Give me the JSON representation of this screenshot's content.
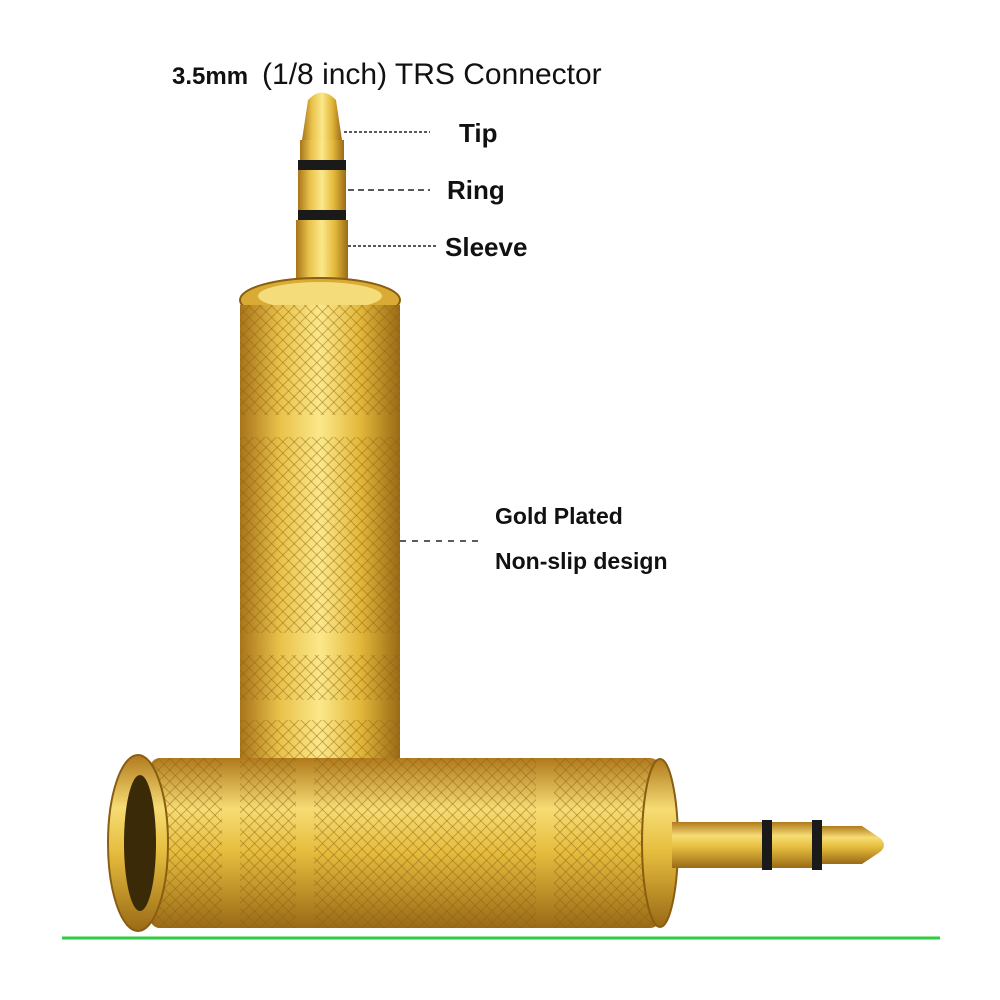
{
  "title": {
    "size": "3.5mm",
    "rest": "(1/8 inch) TRS Connector"
  },
  "callouts": {
    "tip": "Tip",
    "ring": "Ring",
    "sleeve": "Sleeve",
    "gold_plated": "Gold Plated",
    "non_slip": "Non-slip design"
  },
  "colors": {
    "gold_light": "#f7e27a",
    "gold_mid": "#e3b83a",
    "gold_dark": "#a8741a",
    "insulator": "#1a1a1a",
    "baseline": "#2ecc40"
  }
}
